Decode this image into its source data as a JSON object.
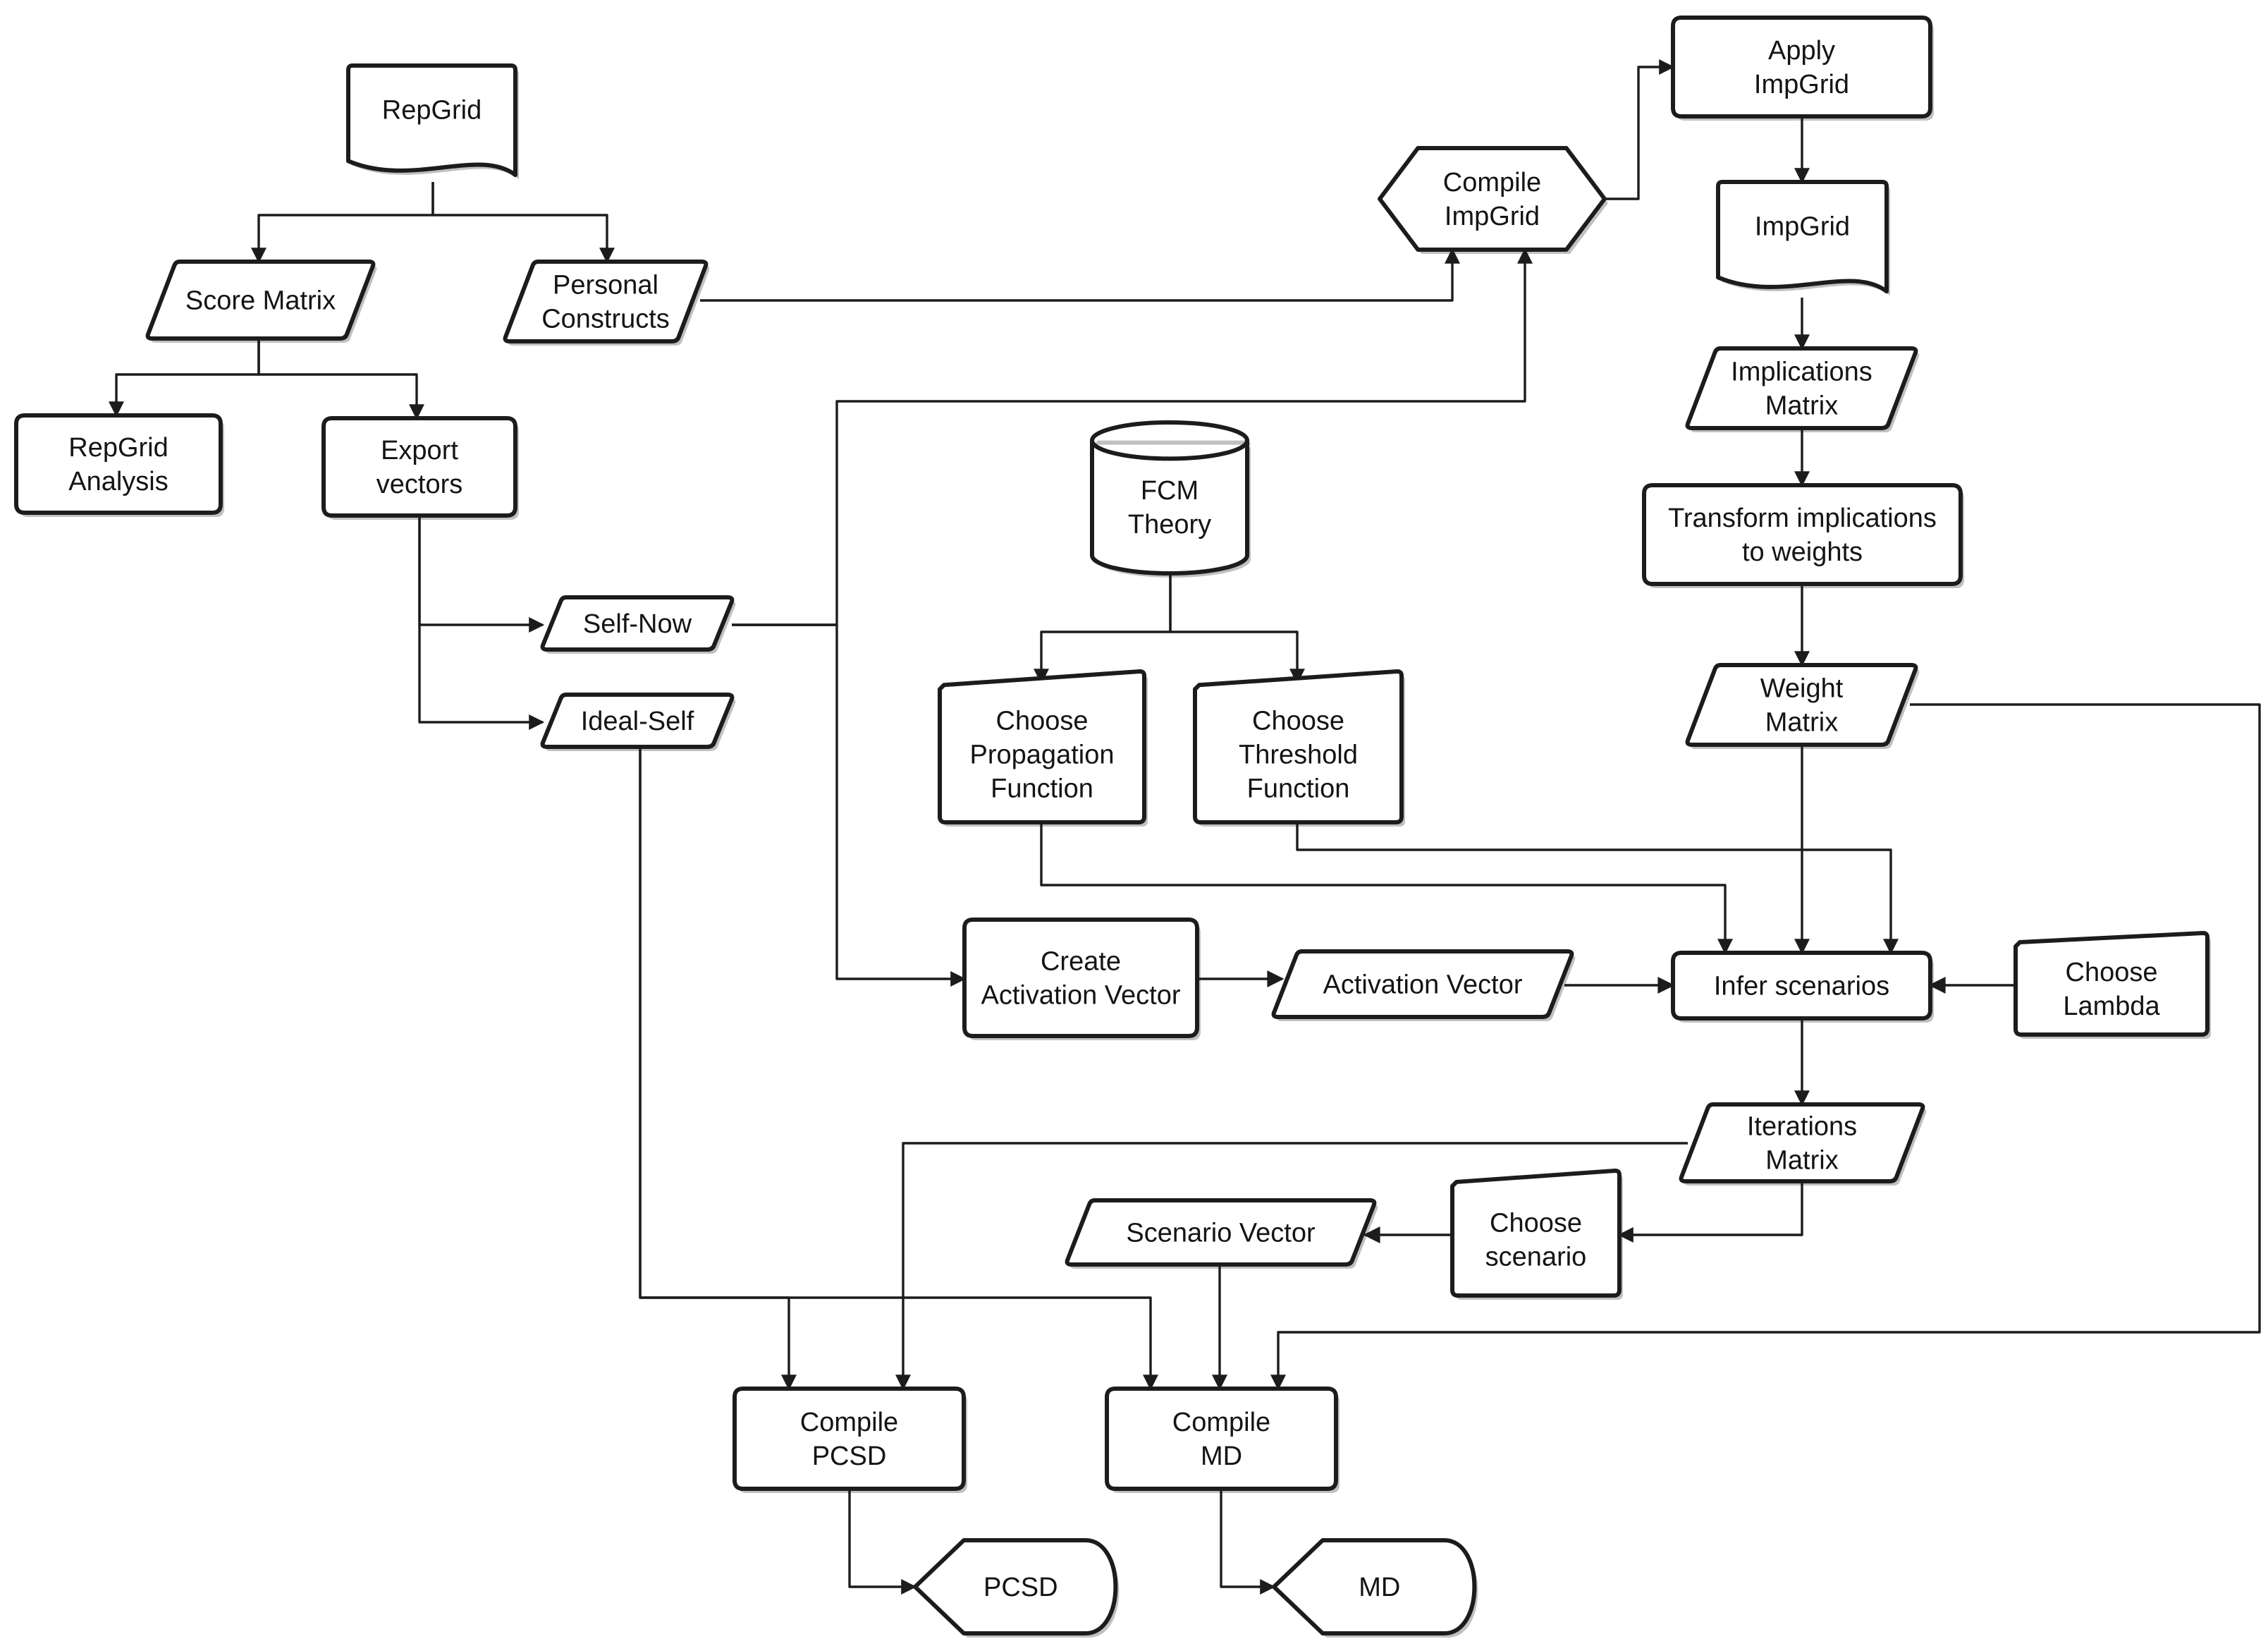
{
  "diagram": {
    "nodes": [
      {
        "id": "repgrid",
        "label": "RepGrid"
      },
      {
        "id": "score_matrix",
        "label": "Score Matrix"
      },
      {
        "id": "personal_constructs",
        "label": "Personal\nConstructs"
      },
      {
        "id": "repgrid_analysis",
        "label": "RepGrid\nAnalysis"
      },
      {
        "id": "export_vectors",
        "label": "Export\nvectors"
      },
      {
        "id": "self_now",
        "label": "Self-Now"
      },
      {
        "id": "ideal_self",
        "label": "Ideal-Self"
      },
      {
        "id": "compile_impgrid",
        "label": "Compile\nImpGrid"
      },
      {
        "id": "apply_impgrid",
        "label": "Apply\nImpGrid"
      },
      {
        "id": "impgrid",
        "label": "ImpGrid"
      },
      {
        "id": "implications_matrix",
        "label": "Implications\nMatrix"
      },
      {
        "id": "transform_implications",
        "label": "Transform implications\nto weights"
      },
      {
        "id": "weight_matrix",
        "label": "Weight\nMatrix"
      },
      {
        "id": "fcm_theory",
        "label": "FCM\nTheory"
      },
      {
        "id": "choose_propagation",
        "label": "Choose\nPropagation\nFunction"
      },
      {
        "id": "choose_threshold",
        "label": "Choose\nThreshold\nFunction"
      },
      {
        "id": "create_activation_vector",
        "label": "Create\nActivation Vector"
      },
      {
        "id": "activation_vector",
        "label": "Activation Vector"
      },
      {
        "id": "infer_scenarios",
        "label": "Infer scenarios"
      },
      {
        "id": "choose_lambda",
        "label": "Choose\nLambda"
      },
      {
        "id": "iterations_matrix",
        "label": "Iterations\nMatrix"
      },
      {
        "id": "choose_scenario",
        "label": "Choose\nscenario"
      },
      {
        "id": "scenario_vector",
        "label": "Scenario Vector"
      },
      {
        "id": "compile_pcsd",
        "label": "Compile\nPCSD"
      },
      {
        "id": "compile_md",
        "label": "Compile\nMD"
      },
      {
        "id": "pcsd",
        "label": "PCSD"
      },
      {
        "id": "md",
        "label": "MD"
      }
    ],
    "edges": [
      {
        "from": "repgrid",
        "to": "score_matrix"
      },
      {
        "from": "repgrid",
        "to": "personal_constructs"
      },
      {
        "from": "score_matrix",
        "to": "repgrid_analysis"
      },
      {
        "from": "score_matrix",
        "to": "export_vectors"
      },
      {
        "from": "export_vectors",
        "to": "self_now"
      },
      {
        "from": "export_vectors",
        "to": "ideal_self"
      },
      {
        "from": "personal_constructs",
        "to": "compile_impgrid"
      },
      {
        "from": "self_now",
        "to": "compile_impgrid"
      },
      {
        "from": "self_now",
        "to": "create_activation_vector"
      },
      {
        "from": "compile_impgrid",
        "to": "apply_impgrid"
      },
      {
        "from": "apply_impgrid",
        "to": "impgrid"
      },
      {
        "from": "impgrid",
        "to": "implications_matrix"
      },
      {
        "from": "implications_matrix",
        "to": "transform_implications"
      },
      {
        "from": "transform_implications",
        "to": "weight_matrix"
      },
      {
        "from": "weight_matrix",
        "to": "infer_scenarios"
      },
      {
        "from": "weight_matrix",
        "to": "compile_md"
      },
      {
        "from": "fcm_theory",
        "to": "choose_propagation"
      },
      {
        "from": "fcm_theory",
        "to": "choose_threshold"
      },
      {
        "from": "choose_propagation",
        "to": "infer_scenarios"
      },
      {
        "from": "choose_threshold",
        "to": "infer_scenarios"
      },
      {
        "from": "create_activation_vector",
        "to": "activation_vector"
      },
      {
        "from": "activation_vector",
        "to": "infer_scenarios"
      },
      {
        "from": "choose_lambda",
        "to": "infer_scenarios"
      },
      {
        "from": "infer_scenarios",
        "to": "iterations_matrix"
      },
      {
        "from": "iterations_matrix",
        "to": "choose_scenario"
      },
      {
        "from": "iterations_matrix",
        "to": "compile_pcsd"
      },
      {
        "from": "choose_scenario",
        "to": "scenario_vector"
      },
      {
        "from": "scenario_vector",
        "to": "compile_md"
      },
      {
        "from": "ideal_self",
        "to": "compile_pcsd"
      },
      {
        "from": "ideal_self",
        "to": "compile_md"
      },
      {
        "from": "compile_pcsd",
        "to": "pcsd"
      },
      {
        "from": "compile_md",
        "to": "md"
      }
    ]
  }
}
